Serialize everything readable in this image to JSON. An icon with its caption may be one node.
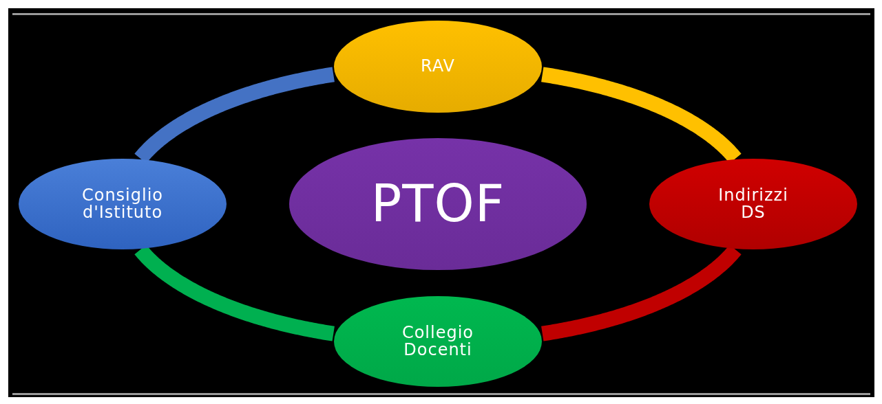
{
  "diagram": {
    "nodes": [
      {
        "text": [
          "RAV"
        ]
      },
      {
        "text": [
          "Consiglio d'Istituto"
        ]
      },
      {
        "text": [
          "PTOF"
        ]
      },
      {
        "text": [
          "Indirizzi DS"
        ]
      },
      {
        "text": [
          "Collegio Docenti"
        ]
      }
    ],
    "edges": [
      {
        "from": 0,
        "to": 3,
        "arrow": "none",
        "color": "#ffc000"
      },
      {
        "from": 3,
        "to": 4,
        "arrow": "none",
        "color": "#c00000"
      },
      {
        "from": 4,
        "to": 1,
        "arrow": "none",
        "color": "#00b050"
      },
      {
        "from": 1,
        "to": 0,
        "arrow": "none",
        "color": "#4472c4"
      }
    ]
  }
}
